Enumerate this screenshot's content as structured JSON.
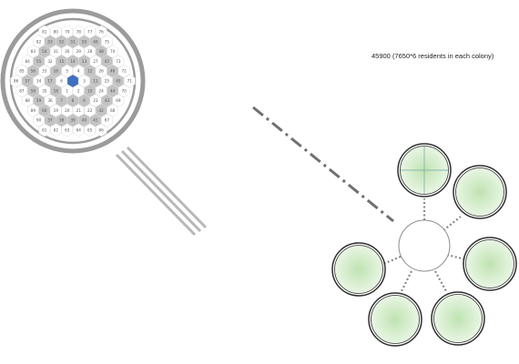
{
  "caption": "45900 (7650*6 residents in each colony)",
  "colors": {
    "ring": "#9b9b9b",
    "hub_fill": "#ffffff",
    "hub_stroke": "#8c8c8c",
    "colony_fill_center": "#bfe3b2",
    "colony_fill_edge": "#e9f6e4",
    "colony_ring": "#2e2e2e",
    "dotted": "#888888",
    "dash_line": "#707070",
    "hex_light": "#ffffff",
    "hex_dark": "#c3c3c3",
    "hex_center": "#3f6fbd",
    "handle": "#b8b8b8"
  },
  "hex_labels": [
    "1",
    "2",
    "3",
    "4",
    "5",
    "6",
    "7",
    "8",
    "9",
    "10",
    "11",
    "12",
    "13",
    "14",
    "15",
    "16",
    "17",
    "18",
    "19",
    "20",
    "21",
    "22",
    "23",
    "24",
    "25",
    "26",
    "27",
    "28",
    "29",
    "30",
    "31",
    "32",
    "33",
    "34",
    "35",
    "36",
    "37",
    "38",
    "39",
    "40",
    "41",
    "42",
    "43",
    "44",
    "45",
    "46",
    "47",
    "48",
    "49",
    "50",
    "51",
    "52",
    "53",
    "54",
    "55",
    "56",
    "57",
    "58",
    "59",
    "60",
    "61",
    "62",
    "63",
    "64",
    "65",
    "66",
    "67",
    "68",
    "69",
    "70",
    "71",
    "72",
    "73",
    "74",
    "75",
    "76",
    "77",
    "78",
    "79",
    "80",
    "81",
    "82",
    "83",
    "84",
    "85",
    "86",
    "87",
    "88",
    "89",
    "90"
  ]
}
